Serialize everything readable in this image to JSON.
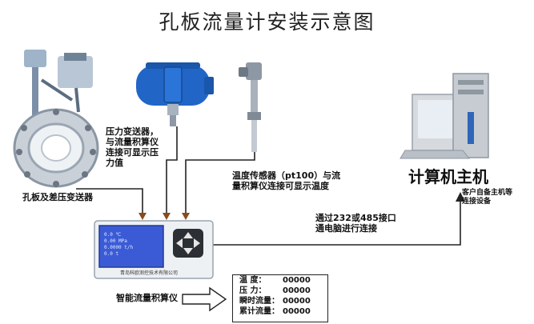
{
  "title": "孔板流量计安装示意图",
  "labels": {
    "orifice": "孔板及差压变送器",
    "pressure": [
      "压力变送器，",
      "与流量积算仪",
      "连接可显示压",
      "力值"
    ],
    "temperature": [
      "温度传感器（pt100）与流",
      "量积算仪连接可显示温度"
    ],
    "computer": "计算机主机",
    "customer": [
      "客户自备主机等",
      "连接设备"
    ],
    "serial": [
      "通过232或485接口",
      "通电脑进行连接"
    ],
    "totalizer": "智能流量积算仪",
    "device_brand": "青岛科欧测控技术有限公司"
  },
  "display": {
    "rows": [
      {
        "label": "温    度：",
        "value": "00000"
      },
      {
        "label": "压    力：",
        "value": "00000"
      },
      {
        "label": "瞬时流量：",
        "value": "00000"
      },
      {
        "label": "累计流量：",
        "value": "00000"
      }
    ]
  },
  "lcd": {
    "lines": [
      "0.0  ℃",
      "0.00 MPa",
      "0.0000 t/h",
      "0.0  t"
    ]
  },
  "colors": {
    "arrow": "#8a4a1c",
    "line": "#222222",
    "transmitter": "#2166c6",
    "lcd": "#3b5bd6"
  }
}
